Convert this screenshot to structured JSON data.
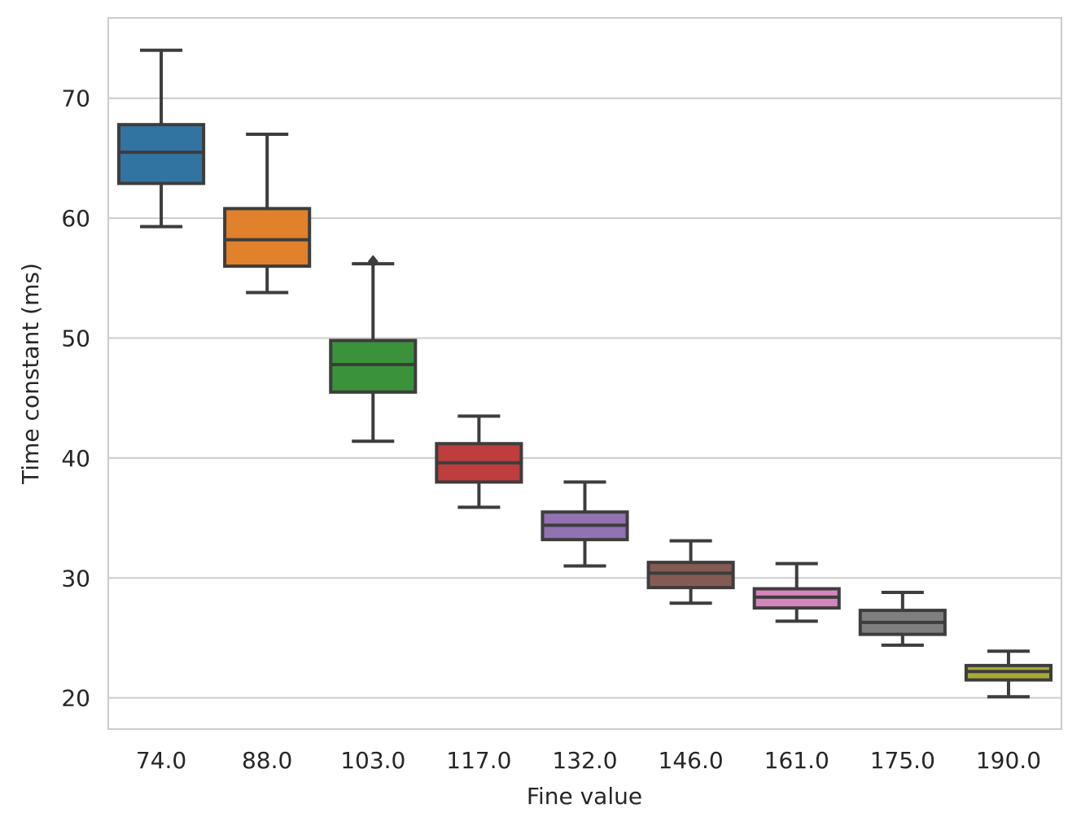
{
  "chart_data": {
    "type": "box",
    "title": "",
    "xlabel": "Fine value",
    "ylabel": "Time constant (ms)",
    "categories": [
      "74.0",
      "88.0",
      "103.0",
      "117.0",
      "132.0",
      "146.0",
      "161.0",
      "175.0",
      "190.0"
    ],
    "ylim": [
      17.4,
      76.7
    ],
    "yticks": [
      20,
      30,
      40,
      50,
      60,
      70
    ],
    "grid": true,
    "legend": "none",
    "boxes": [
      {
        "category": "74.0",
        "whisker_low": 59.3,
        "q1": 62.9,
        "median": 65.5,
        "q3": 67.8,
        "whisker_high": 74.0,
        "outliers": []
      },
      {
        "category": "88.0",
        "whisker_low": 53.8,
        "q1": 56.0,
        "median": 58.2,
        "q3": 60.8,
        "whisker_high": 67.0,
        "outliers": []
      },
      {
        "category": "103.0",
        "whisker_low": 41.4,
        "q1": 45.5,
        "median": 47.8,
        "q3": 49.8,
        "whisker_high": 56.2,
        "outliers": [
          56.4
        ]
      },
      {
        "category": "117.0",
        "whisker_low": 35.9,
        "q1": 38.0,
        "median": 39.6,
        "q3": 41.2,
        "whisker_high": 43.5,
        "outliers": []
      },
      {
        "category": "132.0",
        "whisker_low": 31.0,
        "q1": 33.2,
        "median": 34.4,
        "q3": 35.5,
        "whisker_high": 38.0,
        "outliers": []
      },
      {
        "category": "146.0",
        "whisker_low": 27.9,
        "q1": 29.2,
        "median": 30.4,
        "q3": 31.3,
        "whisker_high": 33.1,
        "outliers": []
      },
      {
        "category": "161.0",
        "whisker_low": 26.4,
        "q1": 27.5,
        "median": 28.4,
        "q3": 29.1,
        "whisker_high": 31.2,
        "outliers": []
      },
      {
        "category": "175.0",
        "whisker_low": 24.4,
        "q1": 25.3,
        "median": 26.3,
        "q3": 27.3,
        "whisker_high": 28.8,
        "outliers": []
      },
      {
        "category": "190.0",
        "whisker_low": 20.1,
        "q1": 21.5,
        "median": 22.2,
        "q3": 22.7,
        "whisker_high": 23.9,
        "outliers": []
      }
    ],
    "colors": [
      "#3274a1",
      "#e1812c",
      "#3a923a",
      "#c03d3e",
      "#9372b2",
      "#845b53",
      "#d684bd",
      "#7f7f7f",
      "#a9aa35"
    ],
    "line_color": "#3d3d3d",
    "grid_color": "#cccccc"
  }
}
